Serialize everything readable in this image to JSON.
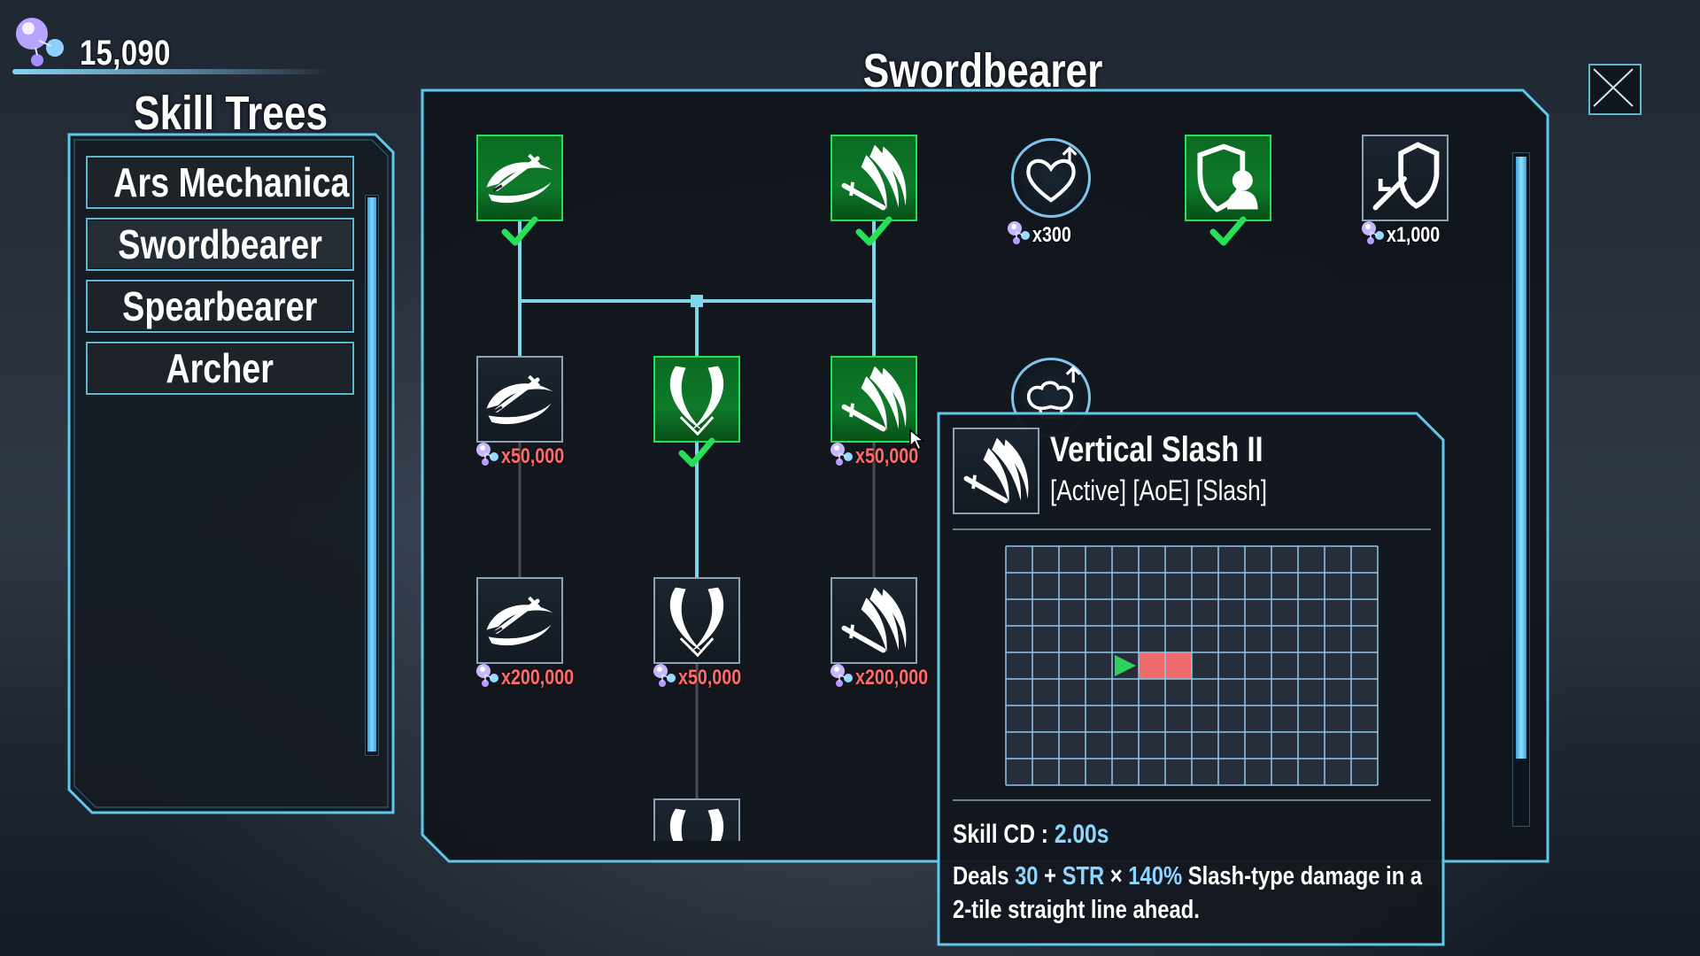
{
  "currency": {
    "amount": "15,090"
  },
  "left_panel": {
    "title": "Skill Trees",
    "trees": [
      {
        "label": "Ars Mechanica"
      },
      {
        "label": "Swordbearer"
      },
      {
        "label": "Spearbearer"
      },
      {
        "label": "Archer"
      }
    ]
  },
  "main_panel": {
    "title": "Swordbearer"
  },
  "nodes": {
    "n1": {
      "cost": ""
    },
    "n2": {
      "cost": ""
    },
    "n3": {
      "cost": "x300"
    },
    "n4": {
      "cost": ""
    },
    "n5": {
      "cost": "x1,000"
    },
    "n6": {
      "cost": "x50,000"
    },
    "n7": {
      "cost": ""
    },
    "n8": {
      "cost": "x50,000"
    },
    "n9": {
      "cost": "x200,000"
    },
    "n10": {
      "cost": "x50,000"
    },
    "n11": {
      "cost": "x200,000"
    }
  },
  "tooltip": {
    "name": "Vertical Slash II",
    "tags": "[Active] [AoE] [Slash]",
    "cd_label": "Skill CD : ",
    "cd_value": "2.00s",
    "desc": {
      "p1": "Deals ",
      "base": "30",
      "p2": " + ",
      "stat": "STR",
      "p3": " × ",
      "pct": "140%",
      "p4": " Slash-type damage in a 2-tile straight line ahead."
    },
    "grid": {
      "cols": 14,
      "rows": 9,
      "origin": [
        4,
        4
      ],
      "hits": [
        [
          5,
          4
        ],
        [
          6,
          4
        ]
      ]
    }
  },
  "colors": {
    "accent": "#5fc8ea",
    "learned": "#0e7a2a",
    "check": "#27e05a",
    "cost_red": "#ff6b6b",
    "highlight": "#8fd6ff",
    "aoe_hit": "#f06b6b",
    "aoe_origin": "#2fd05a"
  },
  "icons": {
    "close": "close-x-icon",
    "sweep": "sword-sweep-icon",
    "slash": "vertical-slash-icon",
    "cross": "cross-slash-icon",
    "heart": "heart-up-icon",
    "shield": "shield-ally-icon",
    "counter": "shield-counter-icon",
    "str": "strength-up-icon"
  }
}
